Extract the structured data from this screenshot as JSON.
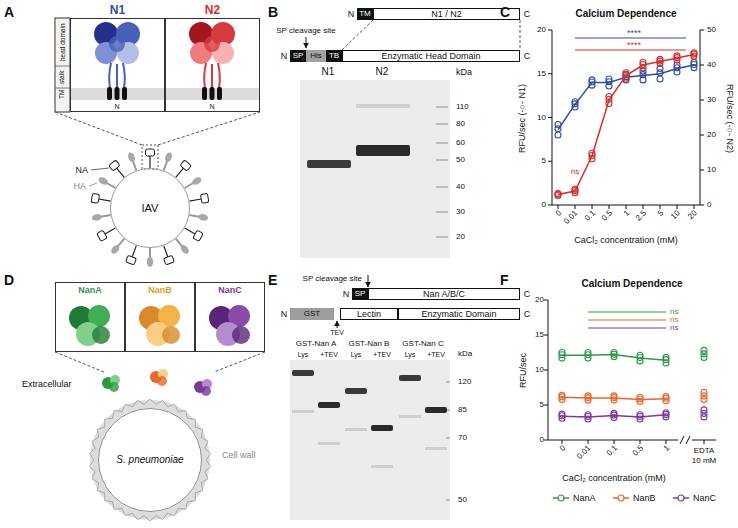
{
  "diagram": {
    "nodes": [
      {
        "text": [
          "N1"
        ]
      },
      {
        "text": [
          "N2"
        ]
      },
      {
        "text": [
          "IAV"
        ]
      },
      {
        "text": [
          "TM"
        ]
      },
      {
        "text": [
          "N1 / N2"
        ]
      },
      {
        "text": [
          "SP"
        ]
      },
      {
        "text": [
          "His"
        ]
      },
      {
        "text": [
          "TB"
        ]
      },
      {
        "text": [
          "Enzymatic Head Domain"
        ]
      },
      {
        "text": [
          "NanA"
        ]
      },
      {
        "text": [
          "NanB"
        ]
      },
      {
        "text": [
          "NanC"
        ]
      },
      {
        "text": [
          "S. pneumoniae"
        ]
      },
      {
        "text": [
          "SP"
        ]
      },
      {
        "text": [
          "Nan A/B/C"
        ]
      },
      {
        "text": [
          "GST"
        ]
      },
      {
        "text": [
          "Lectin"
        ]
      },
      {
        "text": [
          "Enzymatic Domain"
        ]
      }
    ],
    "edges": [
      {
        "from": 4,
        "to": 8,
        "arrow": "none"
      },
      {
        "from": 4,
        "to": 8,
        "arrow": "none"
      }
    ],
    "labels": [
      "A",
      "head domain",
      "stalk",
      "TM",
      "N",
      "N",
      "NA",
      "HA",
      "B",
      "N",
      "C",
      "SP cleavage site",
      "N",
      "C",
      "N1",
      "N2",
      "kDa",
      "110",
      "80",
      "60",
      "50",
      "40",
      "30",
      "20",
      "C",
      "Calcium Dependence",
      "0",
      "5",
      "10",
      "15",
      "20",
      "0",
      "10",
      "20",
      "30",
      "40",
      "50",
      "0",
      "0.01",
      "0.1",
      "0.5",
      "1",
      "2.5",
      "5",
      "10",
      "20",
      "CaCl₂ concentration (mM)",
      "RFU/sec (-○- N1)",
      "RFU/sec (-○- N2)",
      "****",
      "****",
      "ns",
      "D",
      "Extracellular",
      "Cell wall",
      "E",
      "N",
      "C",
      "SP cleavage site",
      "N",
      "TEV",
      "C",
      "GST-Nan A",
      "GST-Nan B",
      "GST-Nan C",
      "Lys",
      "+TEV",
      "Lys",
      "+TEV",
      "Lys",
      "+TEV",
      "kDa",
      "120",
      "85",
      "70",
      "50",
      "F",
      "Calcium Dependence",
      "0",
      "5",
      "10",
      "15",
      "20",
      "0",
      "0.01",
      "0.1",
      "0.5",
      "1",
      "EDTA",
      "10 mM",
      "CaCl₂ concentration (mM)",
      "RFU/sec",
      "ns",
      "ns",
      "ns"
    ],
    "legend": [
      {
        "text": "NanA"
      },
      {
        "text": "NanB"
      },
      {
        "text": "NanC"
      }
    ]
  }
}
